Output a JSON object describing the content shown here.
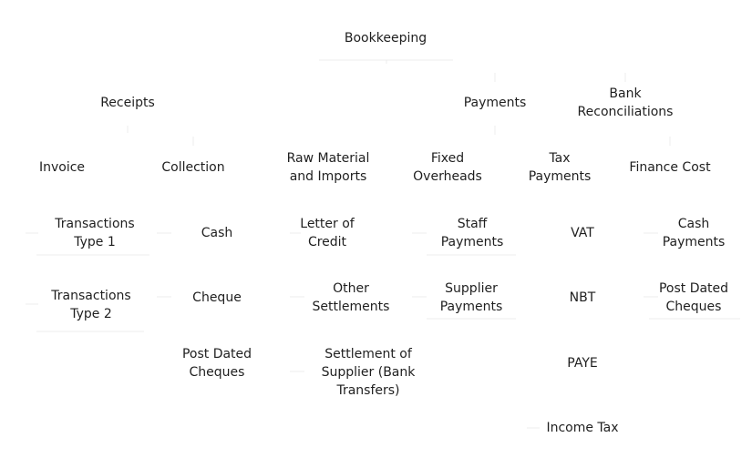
{
  "diagram": {
    "root": "Bookkeeping",
    "branches": {
      "receipts": "Receipts",
      "payments": "Payments",
      "bank_reconciliations": "Bank\nReconciliations"
    },
    "receipts_children": {
      "invoice": "Invoice",
      "collection": "Collection"
    },
    "payments_children": {
      "raw_material": "Raw Material\nand Imports",
      "fixed_overheads": "Fixed\nOverheads",
      "tax_payments": "Tax\nPayments"
    },
    "bank_children": {
      "finance_cost": "Finance Cost"
    },
    "invoice_items": {
      "transactions_type_1": "Transactions\nType 1",
      "transactions_type_2": "Transactions\nType 2"
    },
    "collection_items": {
      "cash": "Cash",
      "cheque": "Cheque",
      "post_dated_cheques": "Post Dated\nCheques"
    },
    "raw_material_items": {
      "letter_of_credit": "Letter of\nCredit",
      "other_settlements": "Other\nSettlements",
      "settlement_of_supplier": "Settlement of\nSupplier (Bank\nTransfers)"
    },
    "fixed_overheads_items": {
      "staff_payments": "Staff\nPayments",
      "supplier_payments": "Supplier\nPayments"
    },
    "tax_items": {
      "vat": "VAT",
      "nbt": "NBT",
      "paye": "PAYE",
      "income_tax": "Income Tax"
    },
    "finance_cost_items": {
      "cash_payments": "Cash\nPayments",
      "post_dated_cheques": "Post Dated\nCheques"
    }
  }
}
